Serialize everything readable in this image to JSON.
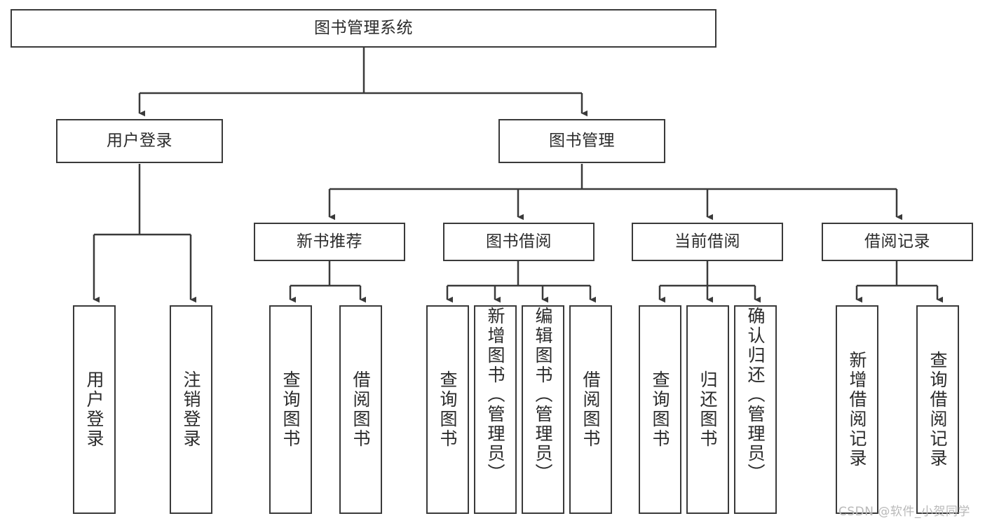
{
  "diagram": {
    "title": "图书管理系统",
    "type": "tree-hierarchy",
    "root": {
      "label": "图书管理系统"
    },
    "level2": [
      {
        "id": "user-login",
        "label": "用户登录"
      },
      {
        "id": "book-manage",
        "label": "图书管理"
      }
    ],
    "level3": [
      {
        "id": "new-book-recommend",
        "label": "新书推荐",
        "parent": "book-manage"
      },
      {
        "id": "book-borrow",
        "label": "图书借阅",
        "parent": "book-manage"
      },
      {
        "id": "current-borrow",
        "label": "当前借阅",
        "parent": "book-manage"
      },
      {
        "id": "borrow-record",
        "label": "借阅记录",
        "parent": "book-manage"
      }
    ],
    "leaves": [
      {
        "id": "leaf-user-login",
        "label": "用户登录",
        "parent": "user-login"
      },
      {
        "id": "leaf-user-logout",
        "label": "注销登录",
        "parent": "user-login"
      },
      {
        "id": "leaf-query-book-1",
        "label": "查询图书",
        "parent": "new-book-recommend"
      },
      {
        "id": "leaf-borrow-book-1",
        "label": "借阅图书",
        "parent": "new-book-recommend"
      },
      {
        "id": "leaf-query-book-2",
        "label": "查询图书",
        "parent": "book-borrow"
      },
      {
        "id": "leaf-add-book",
        "label": "新增图书（管理员）",
        "parent": "book-borrow"
      },
      {
        "id": "leaf-edit-book",
        "label": "编辑图书（管理员）",
        "parent": "book-borrow"
      },
      {
        "id": "leaf-borrow-book-2",
        "label": "借阅图书",
        "parent": "book-borrow"
      },
      {
        "id": "leaf-query-book-3",
        "label": "查询图书",
        "parent": "current-borrow"
      },
      {
        "id": "leaf-return-book",
        "label": "归还图书",
        "parent": "current-borrow"
      },
      {
        "id": "leaf-confirm-return",
        "label": "确认归还（管理员）",
        "parent": "current-borrow"
      },
      {
        "id": "leaf-add-record",
        "label": "新增借阅记录",
        "parent": "borrow-record"
      },
      {
        "id": "leaf-query-record",
        "label": "查询借阅记录",
        "parent": "borrow-record"
      }
    ]
  },
  "watermark": {
    "text": "CSDN @软件_小贺同学"
  },
  "colors": {
    "stroke": "#3a3a3a",
    "background": "#ffffff",
    "text": "#2b2b2b",
    "watermark": "#b9b9b9"
  }
}
